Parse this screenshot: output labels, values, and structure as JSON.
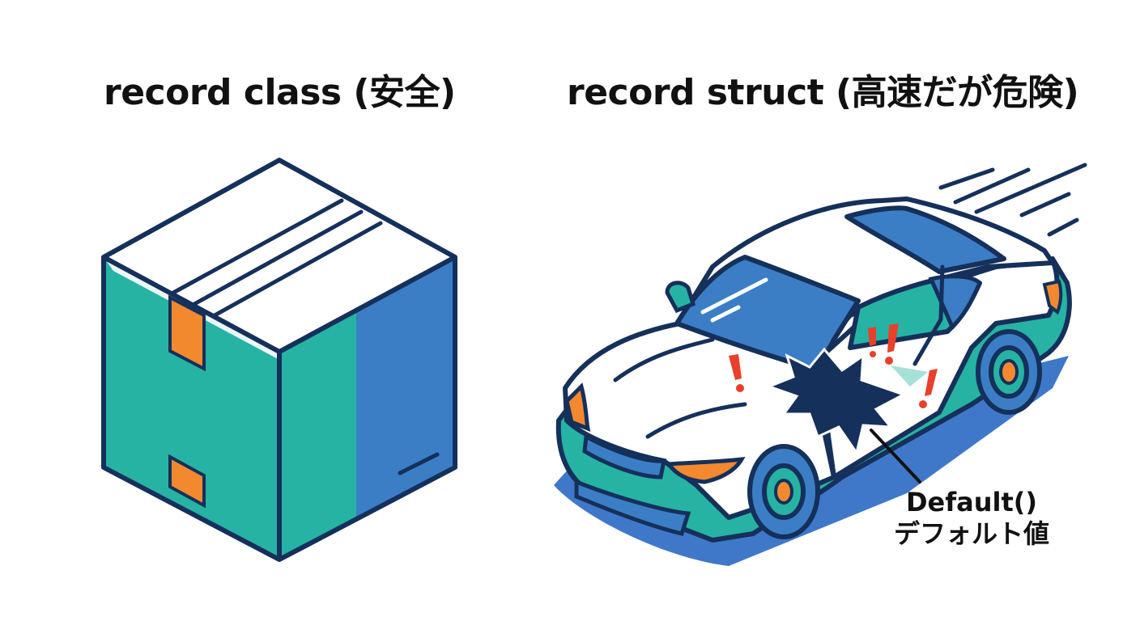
{
  "titles": {
    "left": "record class (安全)",
    "right": "record struct (高速だが危険)"
  },
  "callout": {
    "line1": "Default()",
    "line2": "デフォルト値"
  },
  "illustrations": {
    "left": "cardboard-box",
    "right": "sports-car-with-crack"
  },
  "colors": {
    "outline": "#15305a",
    "teal": "#26b3a4",
    "blue": "#3b7ec6",
    "orange": "#f2892e",
    "red": "#e8402b",
    "shadow": "#3f78c9"
  }
}
